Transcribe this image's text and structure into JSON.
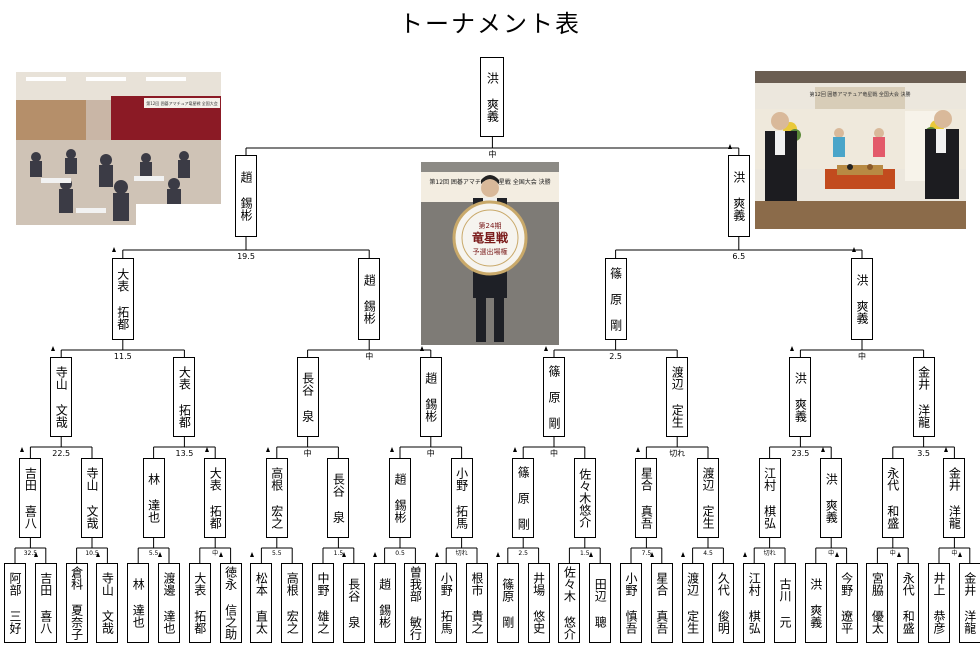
{
  "title": "トーナメント表",
  "colors": {
    "line": "#000000",
    "box": "#ffffff"
  },
  "champion": {
    "name": "洪\n爽義",
    "score": "中"
  },
  "finalists": [
    {
      "name": "趙\n錫彬",
      "score": "19.5"
    },
    {
      "name": "洪\n爽義",
      "score": "6.5"
    }
  ],
  "round3": [
    {
      "name": "大表\n拓都",
      "score": "11.5"
    },
    {
      "name": "趙\n錫彬",
      "score": "中"
    },
    {
      "name": "篠\n原\n剛",
      "score": "2.5"
    },
    {
      "name": "洪\n爽義",
      "score": "中"
    }
  ],
  "round2": [
    {
      "name": "寺山\n文哉",
      "score": "22.5"
    },
    {
      "name": "大表\n拓都",
      "score": "13.5"
    },
    {
      "name": "長谷\n泉",
      "score": "中"
    },
    {
      "name": "趙\n錫彬",
      "score": "中"
    },
    {
      "name": "篠\n原\n剛",
      "score": "中"
    },
    {
      "name": "渡辺\n定生",
      "score": "切れ"
    },
    {
      "name": "洪\n爽義",
      "score": "23.5"
    },
    {
      "name": "金井\n洋龍",
      "score": "3.5"
    }
  ],
  "round1": [
    {
      "name": "吉田\n喜八",
      "score": "32.5"
    },
    {
      "name": "寺山\n文哉",
      "score": "10.5"
    },
    {
      "name": "林\n達也",
      "score": "5.5"
    },
    {
      "name": "大表\n拓都",
      "score": "中"
    },
    {
      "name": "高根\n宏之",
      "score": "5.5"
    },
    {
      "name": "長谷\n泉",
      "score": "1.5"
    },
    {
      "name": "趙\n錫彬",
      "score": "0.5"
    },
    {
      "name": "小野\n拓馬",
      "score": "切れ"
    },
    {
      "name": "篠\n原\n剛",
      "score": "2.5"
    },
    {
      "name": "佐々木悠介",
      "score": "1.5"
    },
    {
      "name": "星合\n真吾",
      "score": "7.5"
    },
    {
      "name": "渡辺\n定生",
      "score": "4.5"
    },
    {
      "name": "江村\n棋弘",
      "score": "切れ"
    },
    {
      "name": "洪\n爽義",
      "score": "中"
    },
    {
      "name": "永代\n和盛",
      "score": "中"
    },
    {
      "name": "金井\n洋龍",
      "score": "中"
    }
  ],
  "entrants": [
    "阿部\n三好",
    "吉田\n喜八",
    "倉科\n夏奈子",
    "寺山\n文哉",
    "林\n達也",
    "渡邊\n達也",
    "大表\n拓都",
    "徳永\n信之助",
    "松本\n直太",
    "高根\n宏之",
    "中野\n雄之",
    "長谷\n泉",
    "趙\n錫彬",
    "曽我部\n敏行",
    "小野\n拓馬",
    "根市\n貴之",
    "篠原\n剛",
    "井場\n悠史",
    "佐々木\n悠介",
    "田辺\n聰",
    "小野\n慎吾",
    "星合\n真吾",
    "渡辺\n定生",
    "久代\n俊明",
    "江村\n棋弘",
    "古川\n元",
    "洪\n爽義",
    "今野\n遼平",
    "宮脇\n優太",
    "永代\n和盛",
    "井上\n恭彦",
    "金井\n洋龍"
  ],
  "photos": {
    "venue": {
      "banner_text": "第12回 囲碁アマチュア竜星戦 全国大会"
    },
    "winner": {
      "banner_text": "第12回 囲碁アマチュア竜星戦 全国大会 決勝",
      "sign_title": "第24期",
      "sign_main": "竜星戦",
      "sign_sub": "予選出場権"
    },
    "final_match": {
      "banner_text": "第12回 囲碁アマチュア竜星戦 全国大会 決勝"
    }
  }
}
